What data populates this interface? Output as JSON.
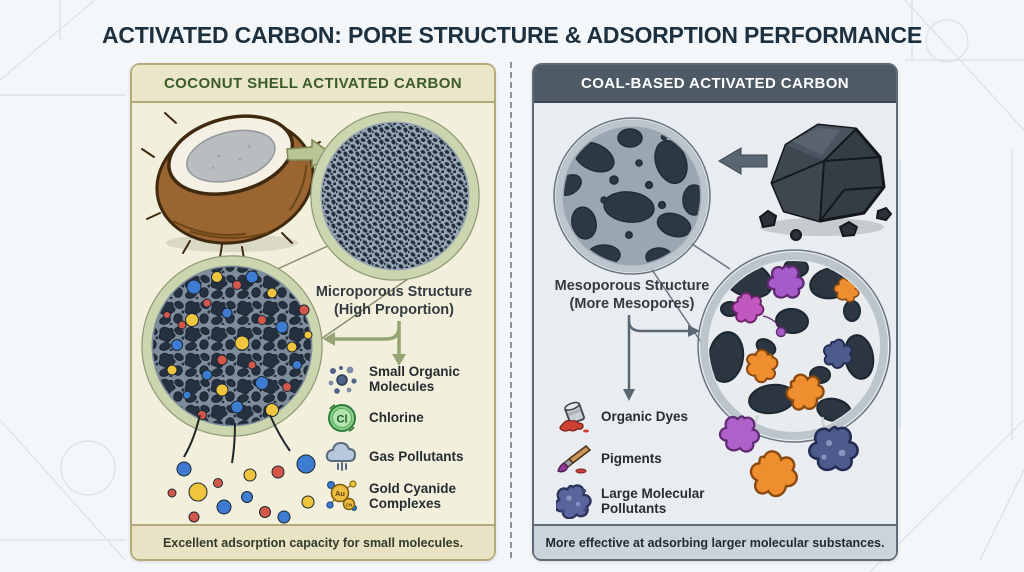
{
  "title": "ACTIVATED CARBON: PORE STRUCTURE & ADSORPTION PERFORMANCE",
  "left_panel": {
    "header": "COCONUT SHELL ACTIVATED CARBON",
    "source_illustration": "coconut",
    "pore_type": "micropores",
    "structure_label": "Microporous Structure",
    "structure_sublabel": "(High Proportion)",
    "legend": [
      {
        "icon": "small-organic-molecules-icon",
        "label": "Small Organic Molecules"
      },
      {
        "icon": "chlorine-icon",
        "label": "Chlorine",
        "symbol": "Cl"
      },
      {
        "icon": "gas-pollutants-icon",
        "label": "Gas Pollutants"
      },
      {
        "icon": "gold-cyanide-icon",
        "label": "Gold Cyanide Complexes",
        "symbol": "Au",
        "symbol2": "CN"
      }
    ],
    "footer": "Excellent adsorption capacity for small molecules.",
    "colors": {
      "panel_bg": "#f2f0dd",
      "header_bg": "#e9e6c9",
      "border": "#b3a97b",
      "header_text": "#3c5b28",
      "footer_bg": "#e7e3c4",
      "ring": "#cbd5ae",
      "molecule_blue": "#3d7cd0",
      "molecule_yellow": "#efc53f",
      "molecule_red": "#d4584a"
    }
  },
  "right_panel": {
    "header": "COAL-BASED ACTIVATED CARBON",
    "source_illustration": "coal",
    "pore_type": "mesopores",
    "structure_label": "Mesoporous Structure",
    "structure_sublabel": "(More Mesopores)",
    "legend": [
      {
        "icon": "organic-dyes-icon",
        "label": "Organic Dyes"
      },
      {
        "icon": "pigments-icon",
        "label": "Pigments"
      },
      {
        "icon": "large-molecular-pollutants-icon",
        "label": "Large Molecular Pollutants"
      }
    ],
    "footer": "More effective at adsorbing larger molecular substances.",
    "colors": {
      "panel_bg": "#e9edf2",
      "header_bg": "#4e5a66",
      "border": "#5f6b77",
      "header_text": "#ffffff",
      "footer_bg": "#ccd3db",
      "ring": "#bcc5cc",
      "molecule_purple": "#a55bc8",
      "molecule_magenta": "#c058c0",
      "molecule_orange": "#ee8e2e",
      "molecule_navy": "#4d5a8c"
    }
  }
}
